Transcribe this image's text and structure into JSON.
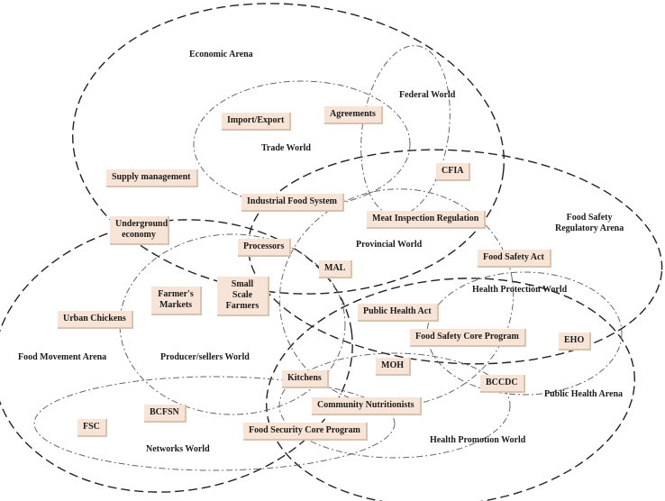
{
  "arenas": {
    "economic": "Economic Arena",
    "food_safety": "Food Safety\nRegulatory Arena",
    "food_movement": "Food Movement Arena",
    "public_health": "Public Health Arena"
  },
  "worlds": {
    "federal": "Federal World",
    "trade": "Trade World",
    "provincial": "Provincial World",
    "health_protection": "Health Protection World",
    "producer_sellers": "Producer/sellers World",
    "networks": "Networks World",
    "health_promotion": "Health Promotion World"
  },
  "actors": {
    "import_export": "Import/Export",
    "agreements": "Agreements",
    "cfia": "CFIA",
    "supply_management": "Supply management",
    "industrial_food_system": "Industrial Food System",
    "underground_economy": "Underground economy",
    "meat_inspection": "Meat Inspection Regulation",
    "processors": "Processors",
    "mal": "MAL",
    "food_safety_act": "Food Safety Act",
    "small_scale_farmers": "Small Scale Farmers",
    "farmers_markets": "Farmer's Markets",
    "urban_chickens": "Urban Chickens",
    "public_health_act": "Public Health Act",
    "food_safety_core": "Food Safety Core Program",
    "eho": "EHO",
    "moh": "MOH",
    "kitchens": "Kitchens",
    "bccdc": "BCCDC",
    "community_nutritionists": "Community Nutritionists",
    "bcfsn": "BCFSN",
    "fsc": "FSC",
    "food_security_core": "Food Security Core Program"
  }
}
